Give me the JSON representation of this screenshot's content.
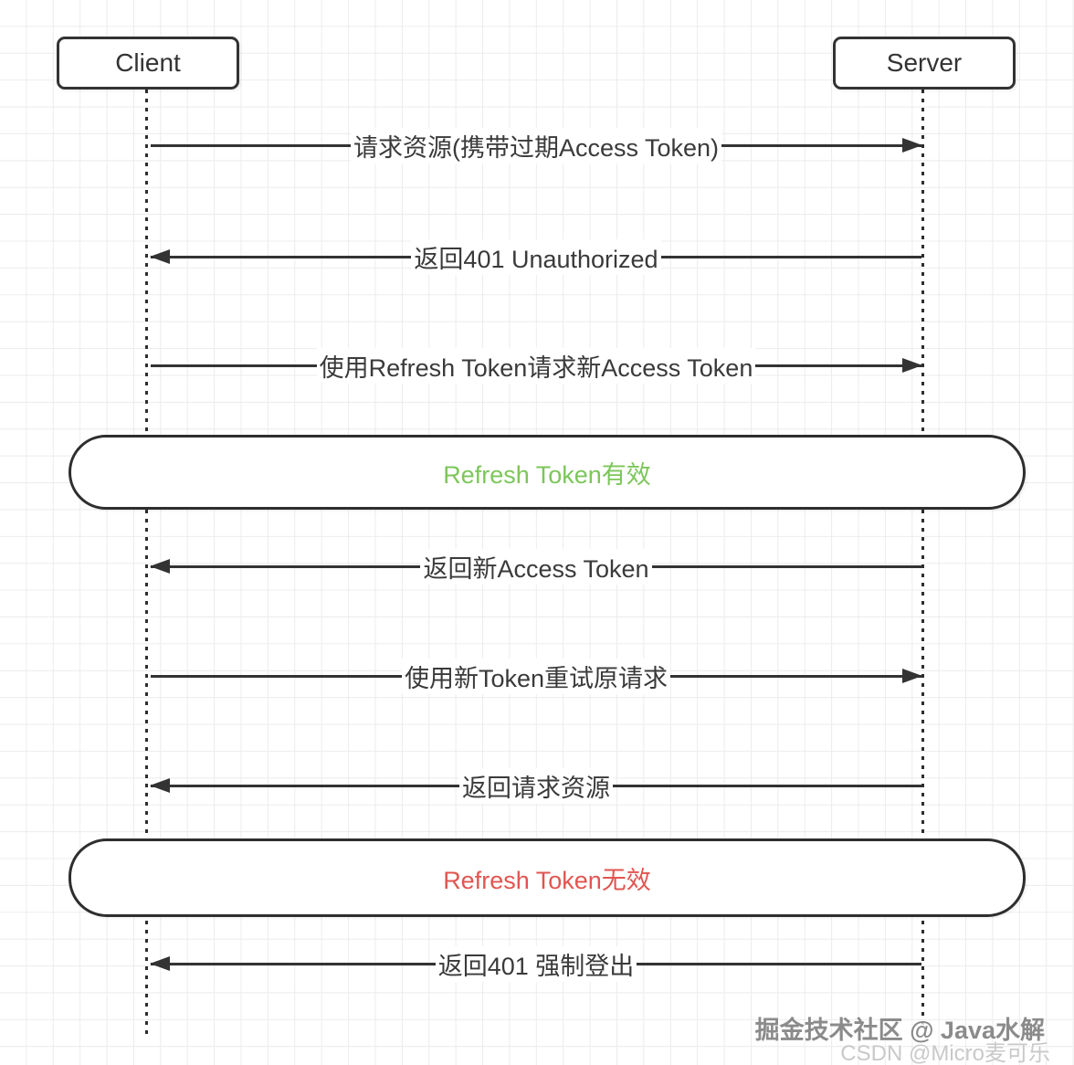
{
  "diagram": {
    "type": "sequence",
    "actors": [
      {
        "label": "Client"
      },
      {
        "label": "Server"
      }
    ],
    "messages": [
      {
        "label": "请求资源(携带过期Access Token)",
        "from": "Client",
        "to": "Server",
        "direction": "right"
      },
      {
        "label": "返回401 Unauthorized",
        "from": "Server",
        "to": "Client",
        "direction": "left"
      },
      {
        "label": "使用Refresh Token请求新Access Token",
        "from": "Client",
        "to": "Server",
        "direction": "right"
      },
      {
        "label": "返回新Access Token",
        "from": "Server",
        "to": "Client",
        "direction": "left"
      },
      {
        "label": "使用新Token重试原请求",
        "from": "Client",
        "to": "Server",
        "direction": "right"
      },
      {
        "label": "返回请求资源",
        "from": "Server",
        "to": "Client",
        "direction": "left"
      },
      {
        "label": "返回401 强制登出",
        "from": "Server",
        "to": "Client",
        "direction": "left"
      }
    ],
    "bands": [
      {
        "label": "Refresh Token有效",
        "text_color": "#7cc65a"
      },
      {
        "label": "Refresh Token无效",
        "text_color": "#e25550"
      }
    ]
  },
  "watermark": {
    "line1": "掘金技术社区 @ Java水解",
    "line2": "CSDN @Micro麦可乐"
  },
  "colors": {
    "stroke": "#333333",
    "grid": "#ececec",
    "valid_green": "#7cc65a",
    "invalid_red": "#e25550"
  }
}
